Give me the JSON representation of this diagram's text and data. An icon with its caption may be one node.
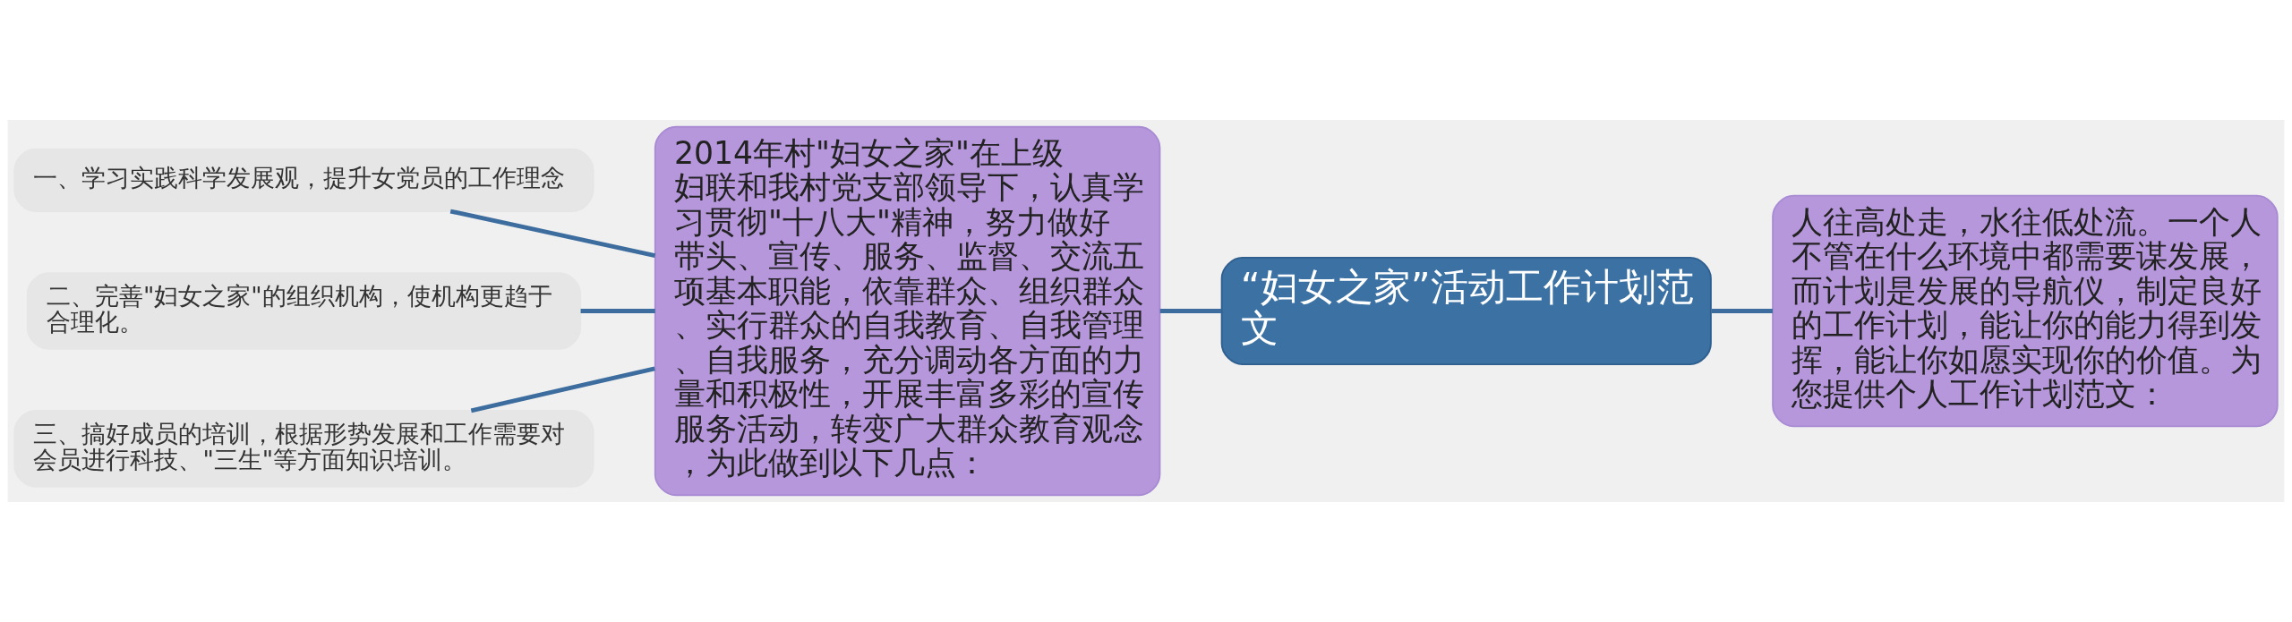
{
  "diagram": {
    "nodes": [
      {
        "text": [
          "“妇女之家”活动工作计划范文"
        ]
      },
      {
        "text": [
          "2014年村\"妇女之家\"在上级妇联和我村党支部领导下，认真学习贯彻\"十八大\"精神，努力做好带头、宣传、服务、监督、交流五项基本职能，依靠群众、组织群众、实行群众的自我教育、自我管理、自我服务，充分调动各方面的力量和积极性，开展丰富多彩的宣传服务活动，转变广大群众教育观念，为此做到以下几点："
        ]
      },
      {
        "text": [
          "一、学习实践科学发展观，提升女党员的工作理念"
        ]
      },
      {
        "text": [
          "二、完善\"妇女之家\"的组织机构，使机构更趋于合理化。"
        ]
      },
      {
        "text": [
          "三、搞好成员的培训，根据形势发展和工作需要对会员进行科技、\"三生\"等方面知识培训。"
        ]
      },
      {
        "text": [
          "人往高处走，水往低处流。一个人不管在什么环境中都需要谋发展，而计划是发展的导航仪，制定良好的工作计划，能让你的能力得到发挥，能让你如愿实现你的价值。为您提供个人工作计划范文："
        ]
      }
    ],
    "edges": [
      {
        "from": 0,
        "to": 1,
        "arrow": "none"
      },
      {
        "from": 1,
        "to": 2,
        "arrow": "none"
      },
      {
        "from": 1,
        "to": 3,
        "arrow": "none"
      },
      {
        "from": 1,
        "to": 4,
        "arrow": "none"
      },
      {
        "from": 0,
        "to": 5,
        "arrow": "none"
      }
    ]
  }
}
